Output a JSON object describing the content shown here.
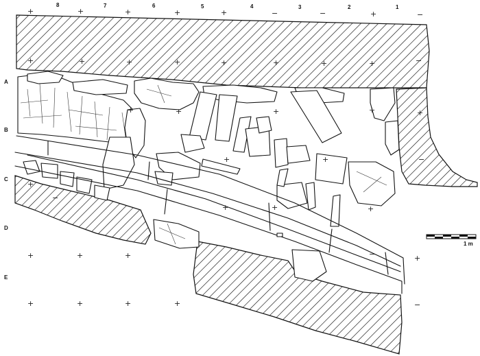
{
  "grid": {
    "column_labels": [
      "8",
      "7",
      "6",
      "5",
      "4",
      "3",
      "2",
      "1"
    ],
    "row_labels": [
      "A",
      "B",
      "C",
      "D",
      "E"
    ]
  },
  "scale_bar": {
    "label": "1 m"
  },
  "markers": {
    "plus": "+",
    "minus": "−"
  }
}
